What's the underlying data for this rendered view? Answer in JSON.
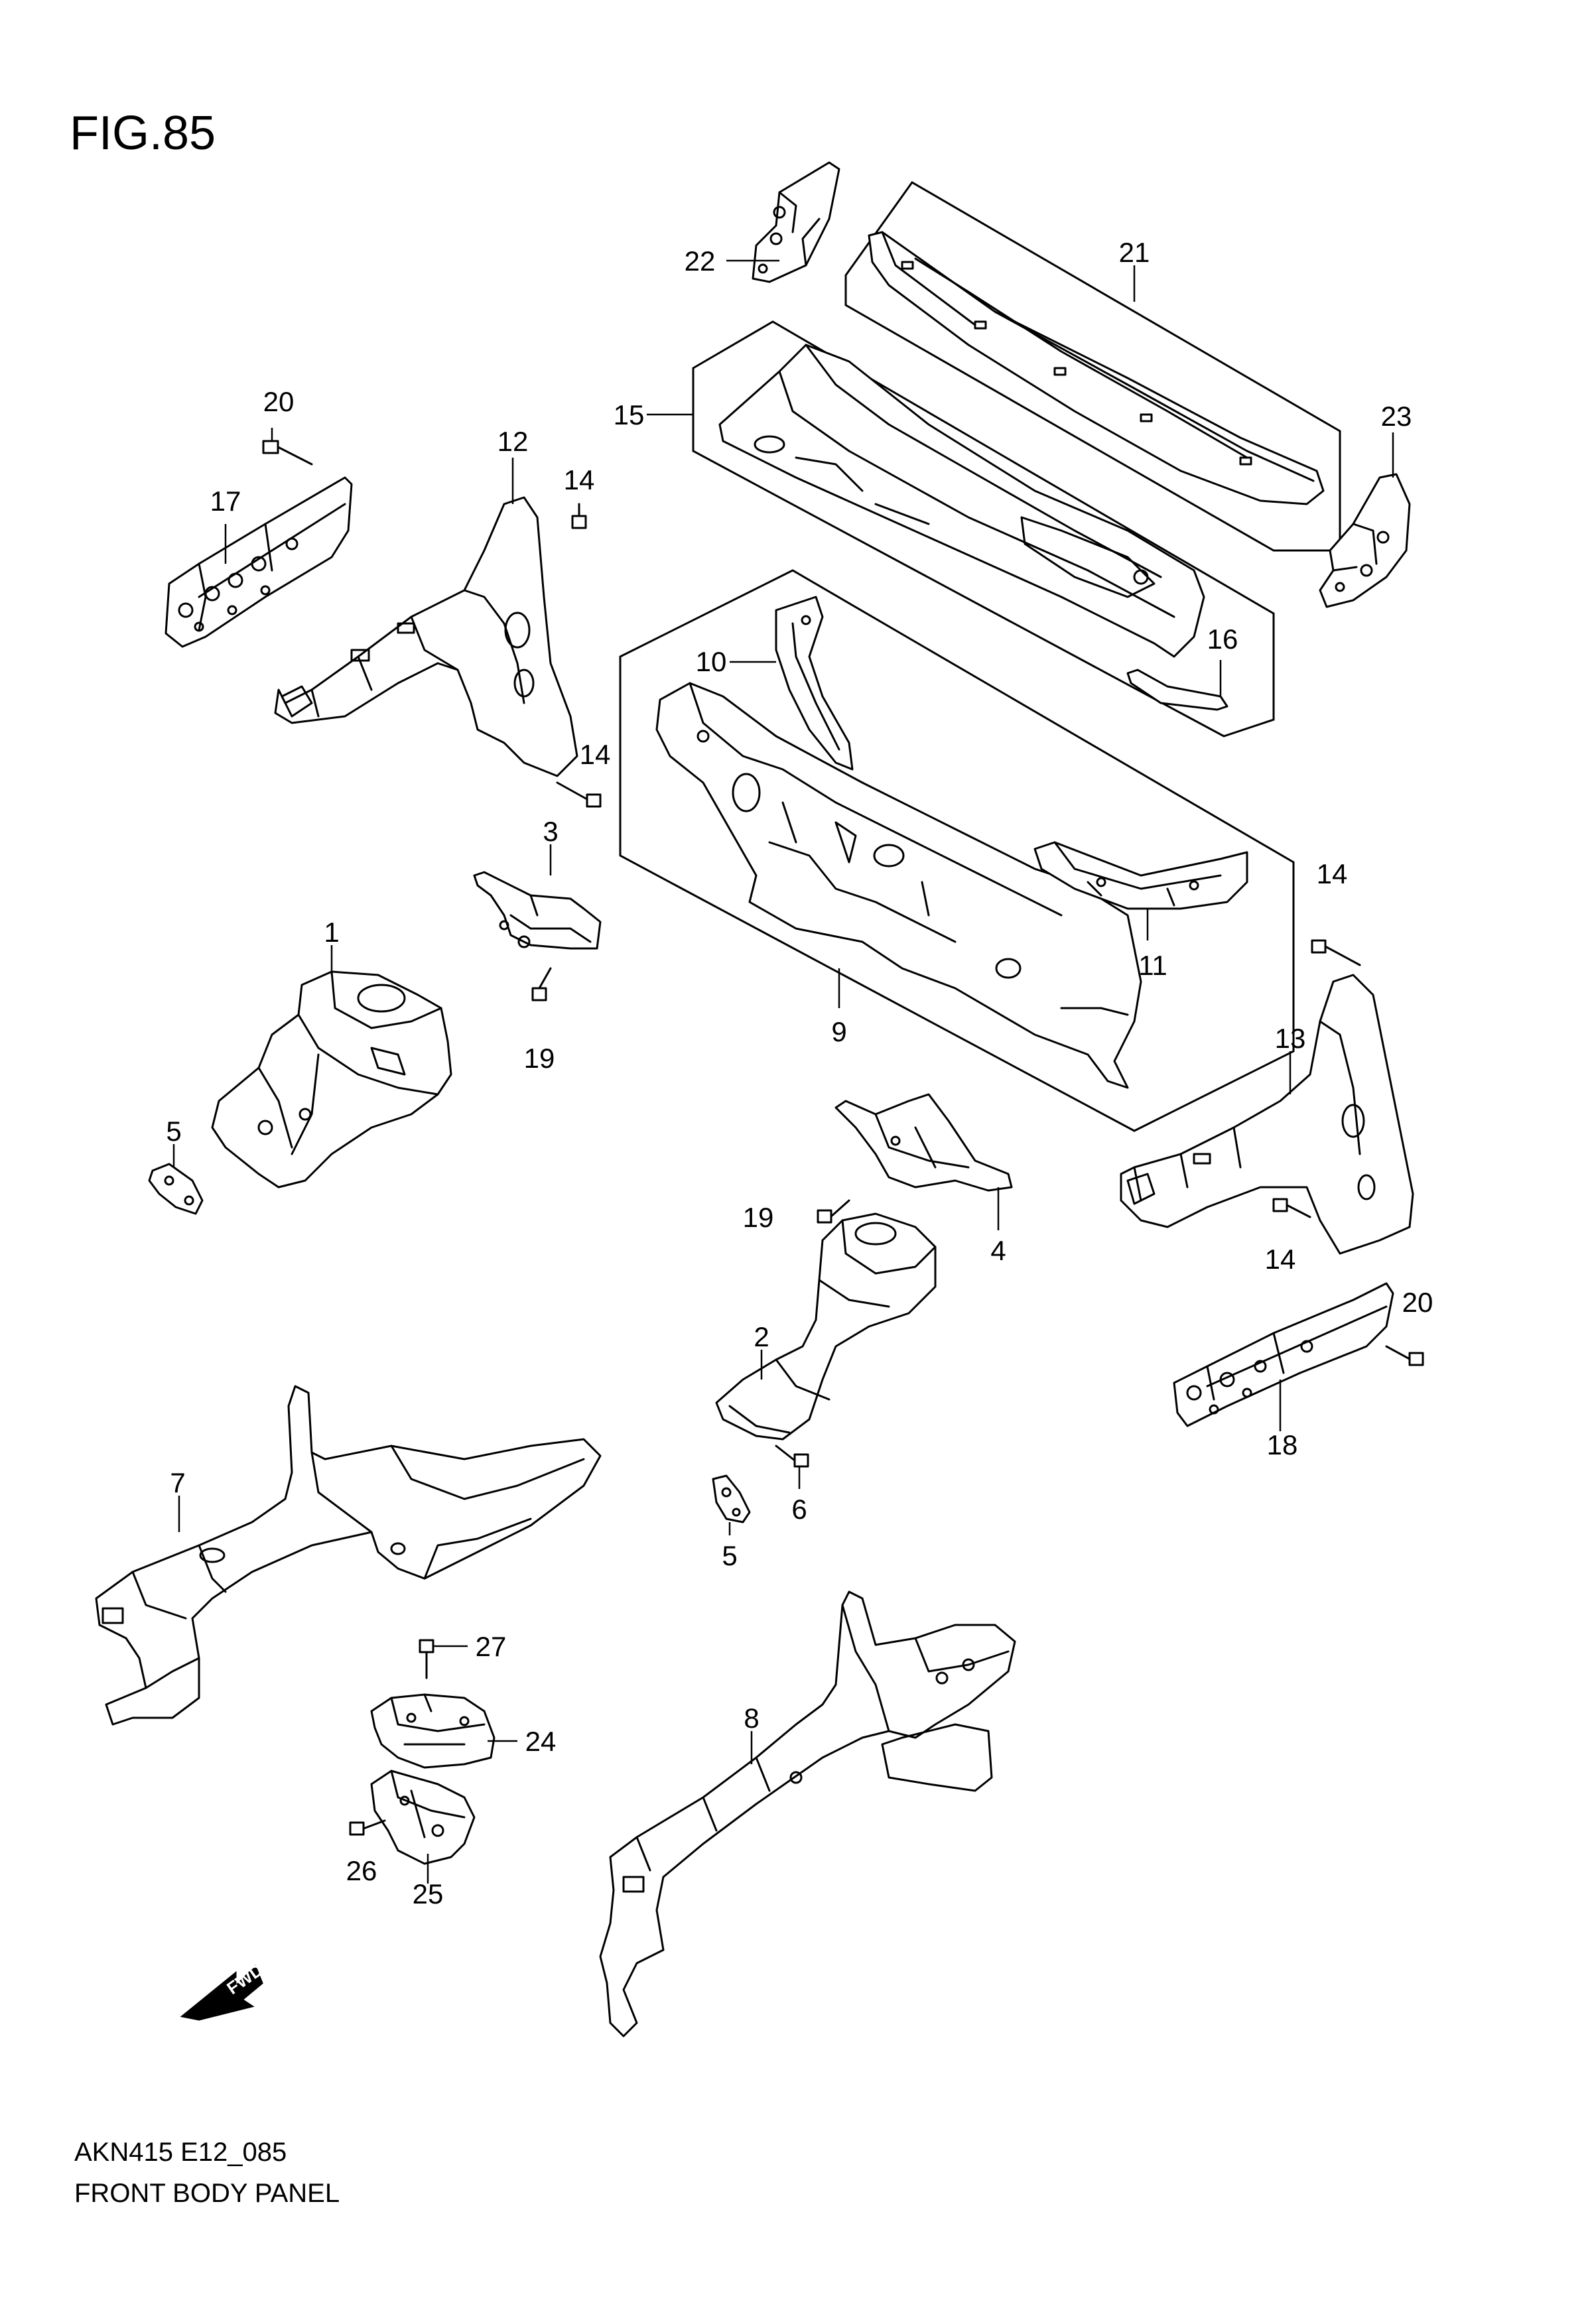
{
  "figure": {
    "title": "FIG.85"
  },
  "footer": {
    "code": "AKN415 E12_085",
    "name": "FRONT BODY PANEL"
  },
  "fwd_arrow": {
    "text": "FWD"
  },
  "callouts": [
    {
      "id": "c1",
      "text": "1"
    },
    {
      "id": "c2",
      "text": "2"
    },
    {
      "id": "c3",
      "text": "3"
    },
    {
      "id": "c4",
      "text": "4"
    },
    {
      "id": "c5a",
      "text": "5"
    },
    {
      "id": "c5b",
      "text": "5"
    },
    {
      "id": "c6",
      "text": "6"
    },
    {
      "id": "c7",
      "text": "7"
    },
    {
      "id": "c8",
      "text": "8"
    },
    {
      "id": "c9",
      "text": "9"
    },
    {
      "id": "c10",
      "text": "10"
    },
    {
      "id": "c11",
      "text": "11"
    },
    {
      "id": "c12",
      "text": "12"
    },
    {
      "id": "c13",
      "text": "13"
    },
    {
      "id": "c14a",
      "text": "14"
    },
    {
      "id": "c14b",
      "text": "14"
    },
    {
      "id": "c14c",
      "text": "14"
    },
    {
      "id": "c14d",
      "text": "14"
    },
    {
      "id": "c15",
      "text": "15"
    },
    {
      "id": "c16",
      "text": "16"
    },
    {
      "id": "c17",
      "text": "17"
    },
    {
      "id": "c18",
      "text": "18"
    },
    {
      "id": "c19a",
      "text": "19"
    },
    {
      "id": "c19b",
      "text": "19"
    },
    {
      "id": "c20a",
      "text": "20"
    },
    {
      "id": "c20b",
      "text": "20"
    },
    {
      "id": "c21",
      "text": "21"
    },
    {
      "id": "c22",
      "text": "22"
    },
    {
      "id": "c23",
      "text": "23"
    },
    {
      "id": "c24",
      "text": "24"
    },
    {
      "id": "c25",
      "text": "25"
    },
    {
      "id": "c26",
      "text": "26"
    },
    {
      "id": "c27",
      "text": "27"
    }
  ]
}
